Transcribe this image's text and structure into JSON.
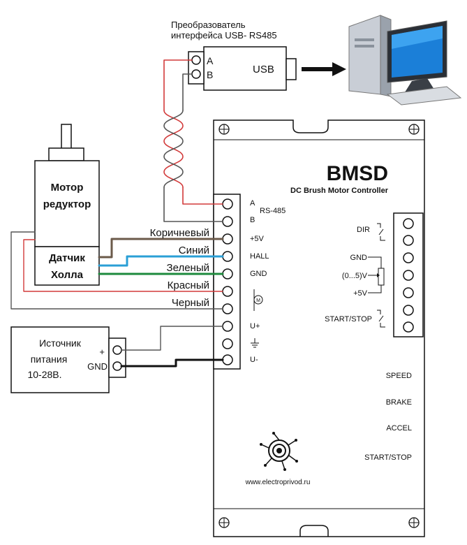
{
  "converter": {
    "title_line1": "Преобразователь",
    "title_line2": "интерфейса USB- RS485",
    "pin_a": "A",
    "pin_b": "B",
    "usb": "USB"
  },
  "motor": {
    "label_line1": "Мотор",
    "label_line2": "редуктор",
    "hall_line1": "Датчик",
    "hall_line2": "Холла"
  },
  "wires": {
    "brown": "Коричневый",
    "blue": "Синий",
    "green": "Зеленый",
    "red": "Красный",
    "black": "Черный"
  },
  "power": {
    "line1": "Источник",
    "line2": "питания",
    "line3": "10-28В.",
    "plus": "+",
    "gnd": "GND"
  },
  "controller": {
    "title": "BMSD",
    "subtitle": "DC Brush Motor Controller",
    "left_pins": {
      "a": "A",
      "rs485": "RS-485",
      "b": "B",
      "v5": "+5V",
      "hall": "HALL",
      "gnd": "GND",
      "m": "M",
      "uplus": "U+",
      "uminus": "U-"
    },
    "right_pins": {
      "dir": "DIR",
      "gnd": "GND",
      "range": "(0...5)V",
      "v5": "+5V",
      "startstop": "START/STOP"
    },
    "pots": {
      "speed": "SPEED",
      "brake": "BRAKE",
      "accel": "ACCEL",
      "startstop": "START/STOP"
    },
    "url": "www.electroprivod.ru"
  },
  "colors": {
    "red_wire": "#d23a3a",
    "brown_wire": "#6b5a4a",
    "blue_wire": "#2a9fd6",
    "green_wire": "#1d8a3d",
    "black_wire": "#111111",
    "gray_wire": "#555555"
  }
}
